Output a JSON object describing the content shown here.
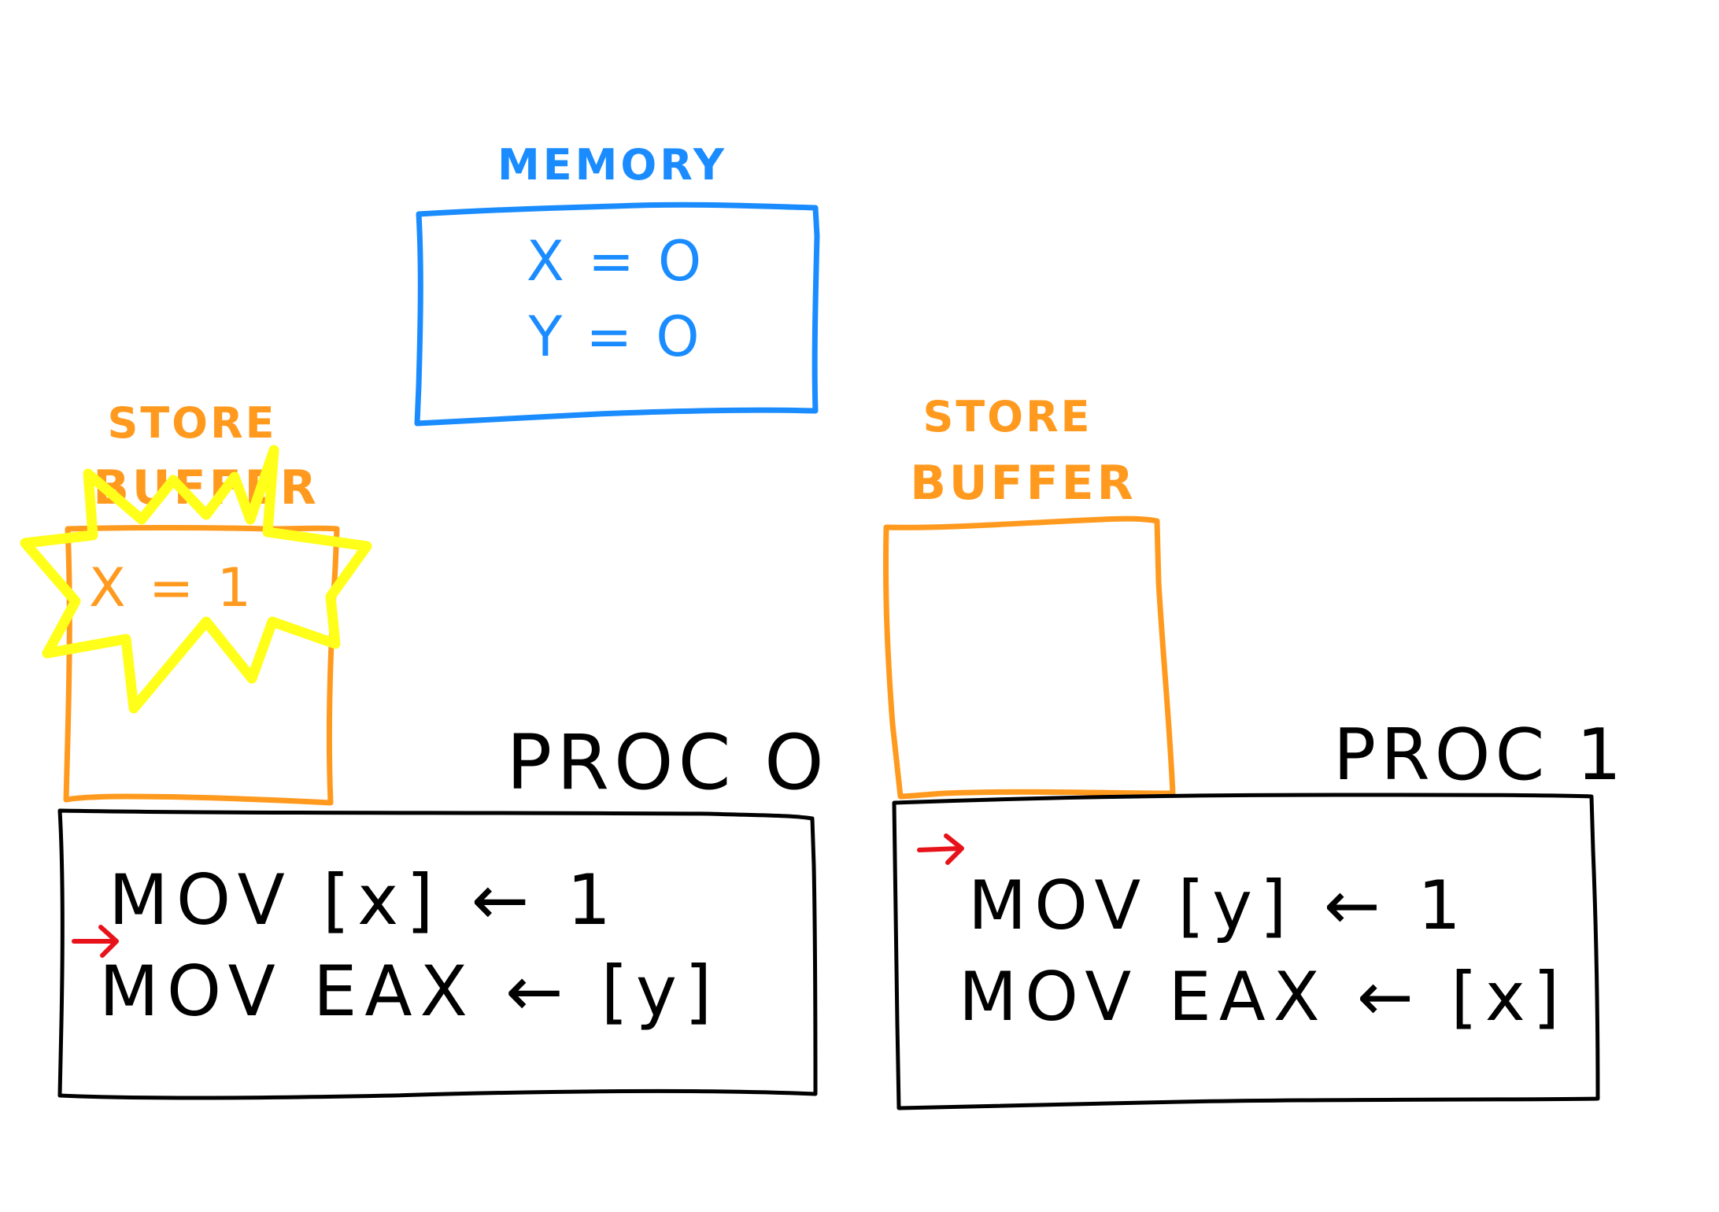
{
  "memory": {
    "title": "MEMORY",
    "lines": [
      "X = O",
      "Y = O"
    ],
    "color": "#1a8cff"
  },
  "proc0": {
    "label": "PROC O",
    "store_buffer_title": "STORE",
    "store_buffer_subtitle": "BUFFER",
    "store_buffer_entry": "X = 1",
    "instructions": [
      "MOV [x] ← 1",
      "MOV EAX ← [y]"
    ],
    "current_instruction": 1
  },
  "proc1": {
    "label": "PROC 1",
    "store_buffer_title": "STORE",
    "store_buffer_subtitle": "BUFFER",
    "instructions": [
      "MOV [y] ← 1",
      "MOV EAX ← [x]"
    ],
    "current_instruction": 0
  },
  "colors": {
    "store_buffer": "#ff9a1f",
    "highlight": "#ffff1a",
    "pointer": "#e8121b",
    "ink": "#000000"
  },
  "icons": {
    "pointer": "arrow-right-icon",
    "highlight": "starburst-icon"
  }
}
